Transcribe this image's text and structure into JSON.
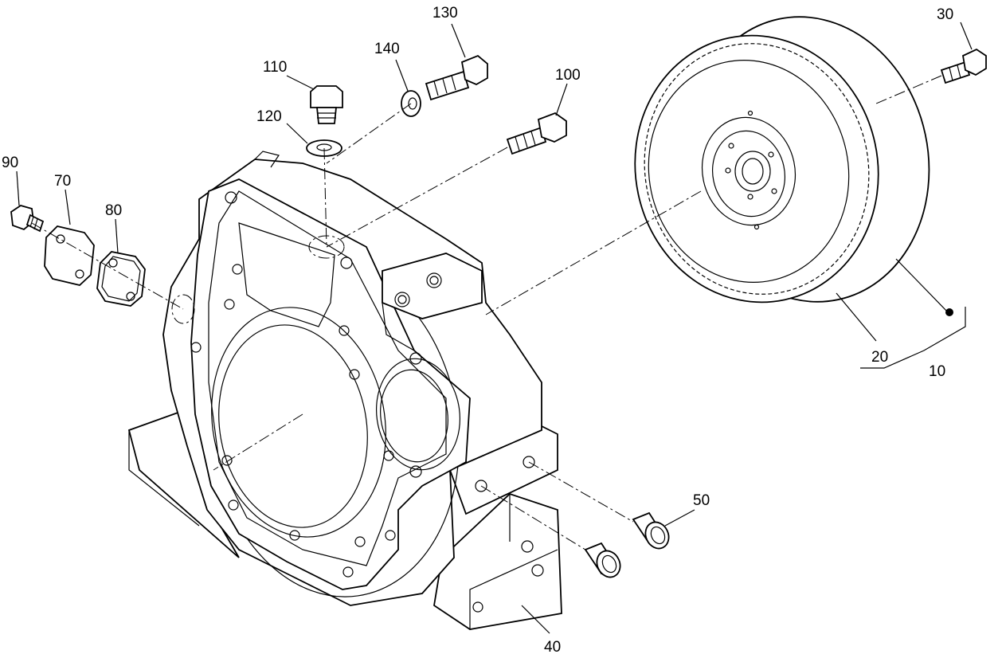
{
  "labels": {
    "l130": "130",
    "l140": "140",
    "l110": "110",
    "l120": "120",
    "l100": "100",
    "l30": "30",
    "l90": "90",
    "l70": "70",
    "l80": "80",
    "l20": "20",
    "l10": "10",
    "l50": "50",
    "l40": "40"
  },
  "colors": {
    "ink": "#000000",
    "paper": "#ffffff"
  }
}
